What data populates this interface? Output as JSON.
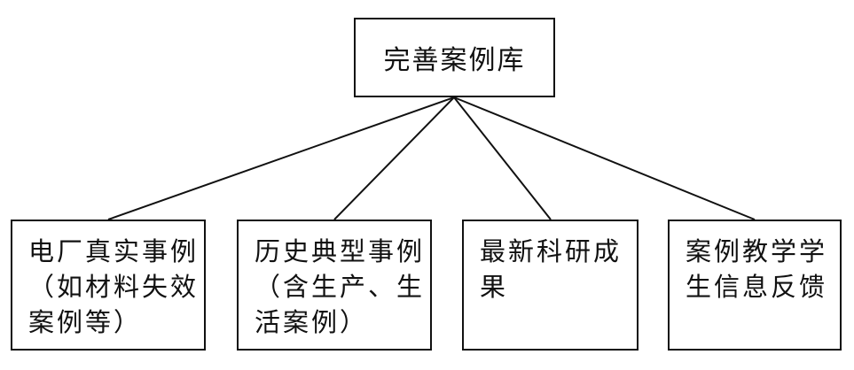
{
  "root": {
    "label": "完善案例库"
  },
  "children": [
    {
      "lines": [
        "电厂真实事例",
        "（如材料失效",
        "案例等）"
      ]
    },
    {
      "lines": [
        "历史典型事例",
        "（含生产、生",
        "活案例）"
      ]
    },
    {
      "lines": [
        "最新科研成",
        "果"
      ]
    },
    {
      "lines": [
        "案例教学学",
        "生信息反馈"
      ]
    }
  ]
}
